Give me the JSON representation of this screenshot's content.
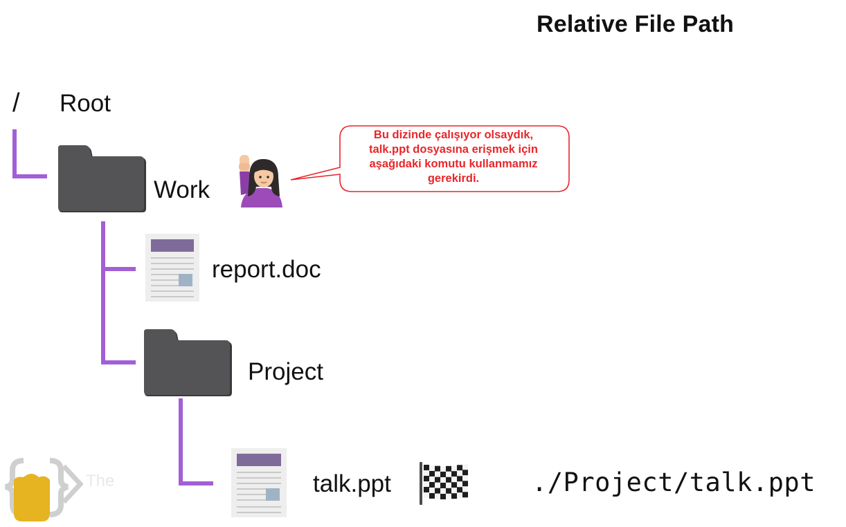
{
  "title": "Relative File Path",
  "tree": {
    "root_symbol": "/",
    "root_label": "Root",
    "work_label": "Work",
    "report_label": "report.doc",
    "project_label": "Project",
    "talk_label": "talk.ppt"
  },
  "callout": {
    "lines": [
      "Bu dizinde çalışıyor olsaydık,",
      "talk.ppt dosyasına erişmek için",
      "aşağıdaki komutu kullanmamız",
      "gerekirdi."
    ],
    "color": "#e8262a"
  },
  "command": "./Project/talk.ppt",
  "icons": {
    "folder": "folder-icon",
    "document": "document-icon",
    "person": "person-raising-hand-icon",
    "goal": "checkered-flag-icon",
    "logo": "brackets-logo-icon"
  },
  "colors": {
    "connector": "#a35fd6",
    "folder": "#545456",
    "doc_header": "#7f6b9a",
    "doc_thumb": "#9fb3c4"
  },
  "logo_text": "The"
}
